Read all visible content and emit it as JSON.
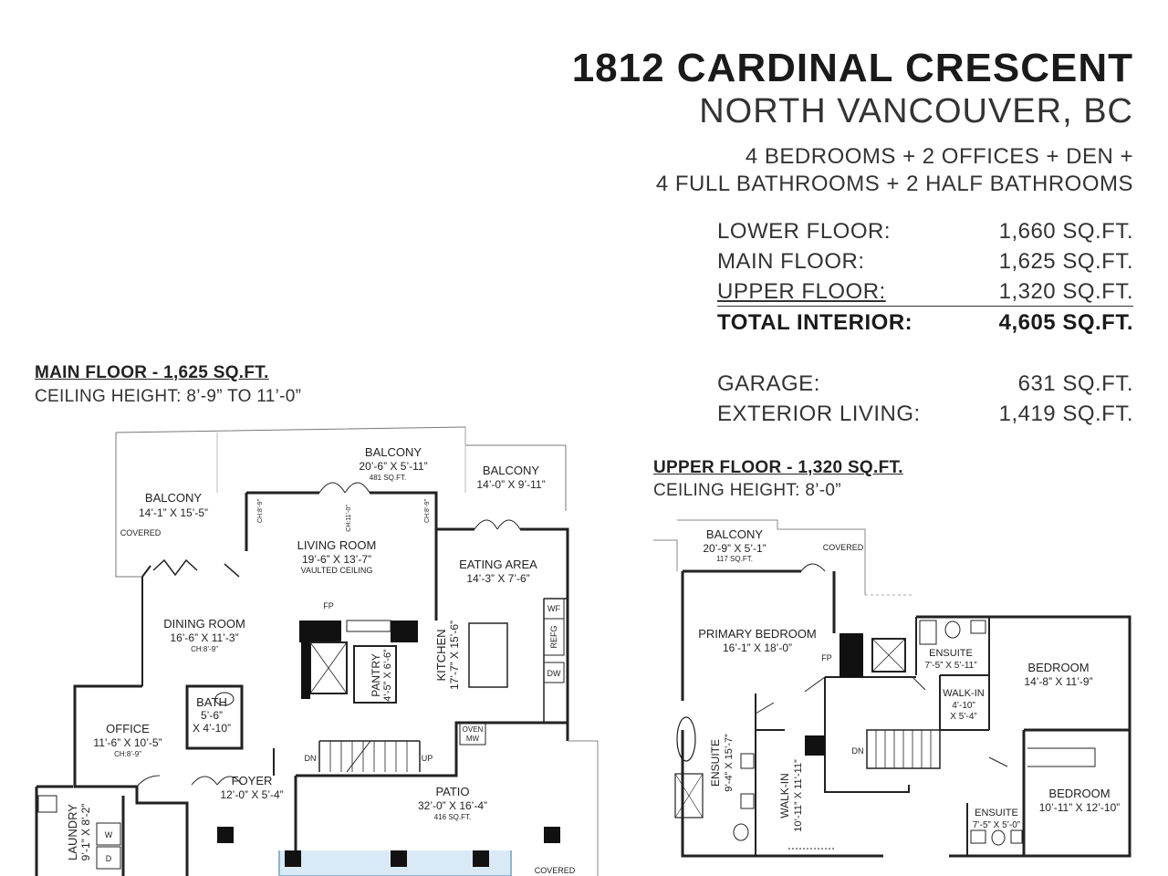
{
  "header": {
    "title": "1812 CARDINAL CRESCENT",
    "subtitle": "NORTH VANCOUVER, BC",
    "rooms_line1": "4 BEDROOMS + 2 OFFICES + DEN +",
    "rooms_line2": "4 FULL BATHROOMS + 2 HALF BATHROOMS"
  },
  "areas": {
    "lower": {
      "label": "LOWER FLOOR:",
      "value": "1,660 SQ.FT."
    },
    "main": {
      "label": "MAIN FLOOR:",
      "value": "1,625 SQ.FT."
    },
    "upper": {
      "label": "UPPER FLOOR:",
      "value": "1,320 SQ.FT."
    },
    "total": {
      "label": "TOTAL INTERIOR:",
      "value": "4,605 SQ.FT."
    },
    "garage": {
      "label": "GARAGE:",
      "value": "631 SQ.FT."
    },
    "exterior": {
      "label": "EXTERIOR LIVING:",
      "value": "1,419 SQ.FT."
    }
  },
  "main_floor": {
    "title": "MAIN FLOOR - 1,625 SQ.FT.",
    "ceiling": "CEILING HEIGHT: 8’-9” TO 11’-0”",
    "rooms": {
      "balcony_left": {
        "name": "BALCONY",
        "dims": "14’-1” X 15’-5”",
        "note": "COVERED"
      },
      "balcony_top": {
        "name": "BALCONY",
        "dims": "20’-6” X 5’-11”",
        "note": "481 SQ.FT."
      },
      "balcony_right": {
        "name": "BALCONY",
        "dims": "14’-0” X 9’-11”"
      },
      "living": {
        "name": "LIVING ROOM",
        "dims": "19’-6” X 13’-7”",
        "note": "VAULTED CEILING"
      },
      "eating": {
        "name": "EATING AREA",
        "dims": "14’-3” X 7’-6”"
      },
      "dining": {
        "name": "DINING ROOM",
        "dims": "16’-6” X 11’-3”",
        "note": "CH:8’-9”"
      },
      "kitchen": {
        "name": "KITCHEN",
        "dims": "17’-7” X 15’-6”"
      },
      "pantry": {
        "name": "PANTRY",
        "dims": "4’-5” X 6’-6”"
      },
      "office": {
        "name": "OFFICE",
        "dims": "11’-6” X 10’-5”",
        "note": "CH:8’-9”"
      },
      "bath": {
        "name": "BATH",
        "dims1": "5’-6”",
        "dims2": "X 4’-10”"
      },
      "foyer": {
        "name": "FOYER",
        "dims": "12’-0” X 5’-4”"
      },
      "patio": {
        "name": "PATIO",
        "dims": "32’-0” X 16’-4”",
        "note": "416 SQ.FT.",
        "covered": "COVERED"
      },
      "laundry": {
        "name": "LAUNDRY",
        "dims": "9’-1” X 8’-2”"
      }
    },
    "labels": {
      "ch1": "CH:8’-9”",
      "ch2": "CH:11’-0”",
      "ch3": "CH:8’-9”",
      "fp": "FP",
      "wf": "WF",
      "refg": "REFG",
      "dw": "DW",
      "oven": "OVEN",
      "mw": "MW",
      "dn": "DN",
      "up": "UP",
      "w": "W",
      "d": "D"
    }
  },
  "upper_floor": {
    "title": "UPPER FLOOR - 1,320 SQ.FT.",
    "ceiling": "CEILING HEIGHT: 8’-0”",
    "rooms": {
      "balcony": {
        "name": "BALCONY",
        "dims": "20’-9” X 5’-1”",
        "note": "117 SQ.FT.",
        "covered": "COVERED"
      },
      "primary": {
        "name": "PRIMARY BEDROOM",
        "dims": "16’-1” X 18’-0”"
      },
      "ensuite_top": {
        "name": "ENSUITE",
        "dims": "7’-5” X 5’-11”"
      },
      "bedroom1": {
        "name": "BEDROOM",
        "dims": "14’-8” X 11’-9”"
      },
      "walkin_small": {
        "name": "WALK-IN",
        "dims1": "4’-10”",
        "dims2": "X 5’-4”"
      },
      "ensuite_main": {
        "name": "ENSUITE",
        "dims": "9’-4” X 15’-7”"
      },
      "walkin_main": {
        "name": "WALK-IN",
        "dims": "10’-11” X 11’-11”"
      },
      "bedroom2": {
        "name": "BEDROOM",
        "dims": "10’-11” X 12’-10”"
      },
      "ensuite_small": {
        "name": "ENSUITE",
        "dims": "7’-5” X 5’-0”"
      }
    },
    "labels": {
      "fp": "FP",
      "dn": "DN"
    }
  }
}
